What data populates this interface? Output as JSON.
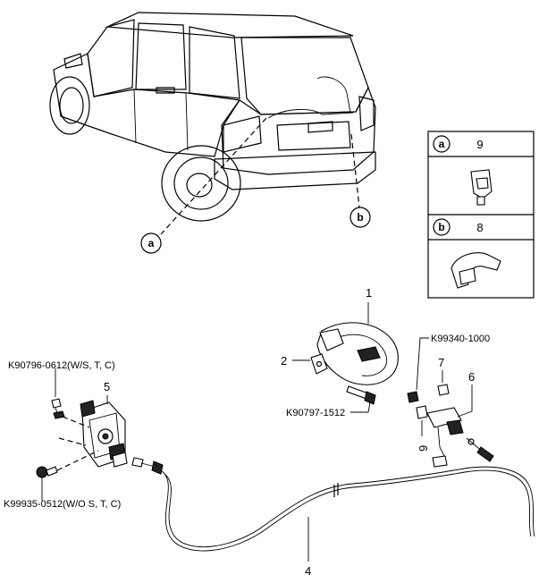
{
  "callouts": {
    "a": "a",
    "b": "b"
  },
  "legend": {
    "row_a": {
      "letter": "a",
      "qty": "9"
    },
    "row_b": {
      "letter": "b",
      "qty": "8"
    }
  },
  "part_numbers": {
    "p1": "1",
    "p2": "2",
    "p4": "4",
    "p5": "5",
    "p6": "6",
    "p7": "7",
    "p9": "9"
  },
  "codes": {
    "k90796": "K90796-0612(W/S, T, C)",
    "k99935": "K99935-0512(W/O S, T, C)",
    "k90797": "K90797-1512",
    "k99340": "K99340-1000"
  }
}
